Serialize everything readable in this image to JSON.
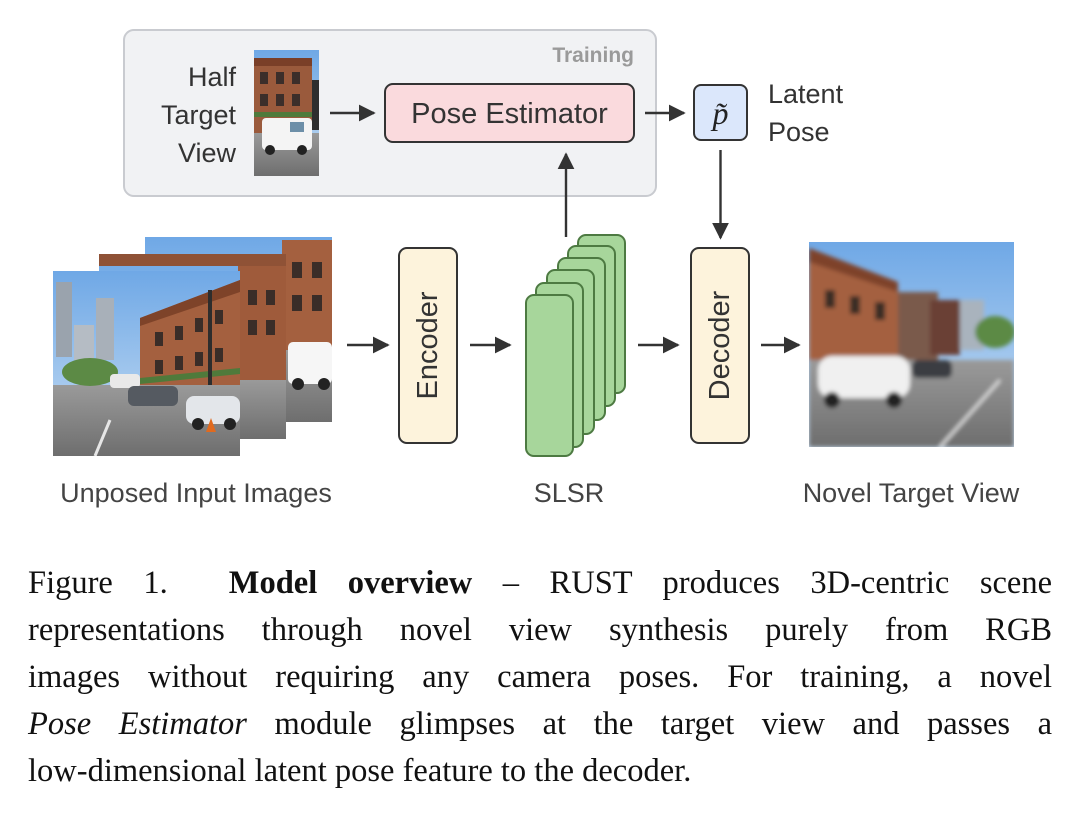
{
  "diagram": {
    "training_label": "Training",
    "half_target_view": [
      "Half",
      "Target",
      "View"
    ],
    "pose_estimator": "Pose Estimator",
    "latent_symbol": "p̃",
    "latent_pose": [
      "Latent",
      "Pose"
    ],
    "encoder": "Encoder",
    "decoder": "Decoder",
    "input_caption": "Unposed Input Images",
    "slsr_caption": "SLSR",
    "output_caption": "Novel Target View",
    "colors": {
      "training_bg": "#f1f2f4",
      "training_border": "#c9cbd0",
      "pose_estimator_fill": "#fadadd",
      "latent_fill": "#dbe7fb",
      "codec_fill": "#fdf3dc",
      "slsr_fill": "#a7d69b",
      "slsr_stroke": "#4d7a42"
    }
  },
  "caption": {
    "line1": {
      "prefix": "Figure 1.",
      "bold": "Model overview",
      "rest": " – RUST produces 3D-centric scene"
    },
    "line2": "representations through novel view synthesis purely from RGB",
    "line3": "images without requiring any camera poses. For training, a novel",
    "line4": {
      "italic": "Pose Estimator",
      "rest": " module glimpses at the target view and passes a"
    },
    "line5": "low-dimensional latent pose feature to the decoder."
  }
}
